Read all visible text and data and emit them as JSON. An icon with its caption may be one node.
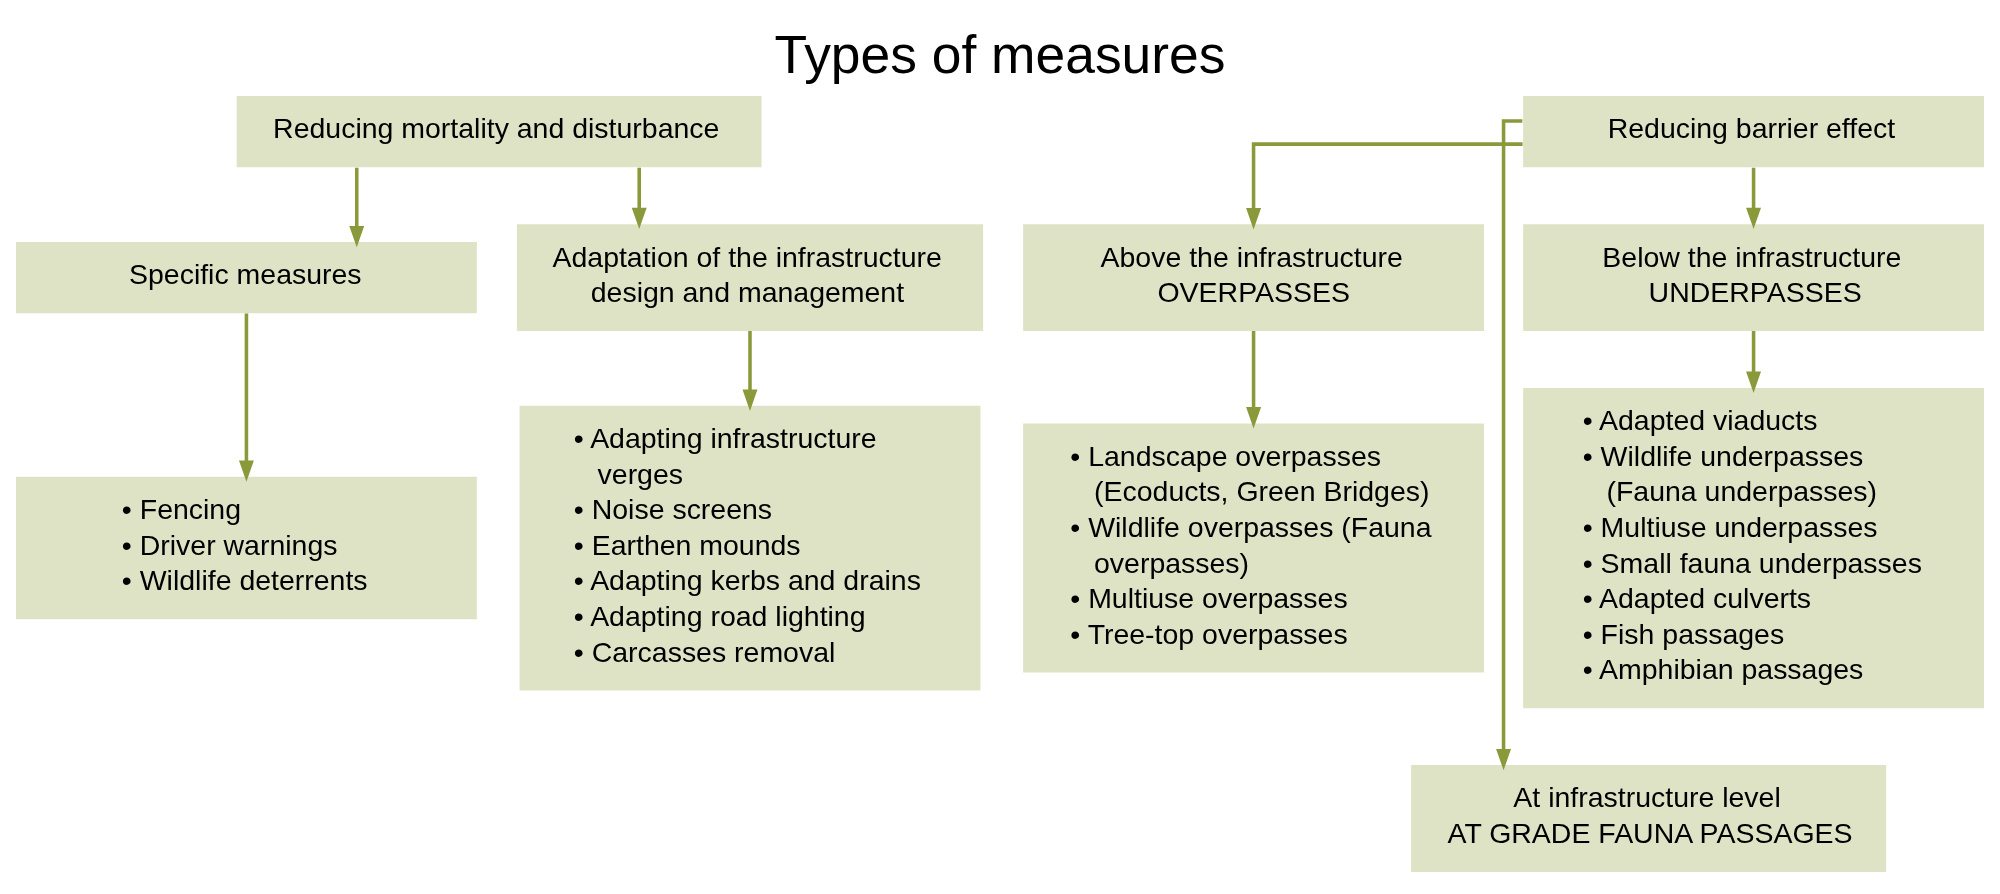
{
  "diagram": {
    "title": "Types of measures",
    "nodes": [
      {
        "text": [
          "Reducing mortality and disturbance"
        ]
      },
      {
        "text": [
          "Reducing barrier effect"
        ]
      },
      {
        "text": [
          "Specific measures"
        ]
      },
      {
        "text": [
          "Adaptation of the infrastructure design and management"
        ]
      },
      {
        "text": [
          "Above the infrastructure",
          "OVERPASSES"
        ]
      },
      {
        "text": [
          "Below the infrastructure",
          "UNDERPASSES"
        ]
      },
      {
        "text": [
          "• Fencing",
          "• Driver warnings",
          "• Wildlife deterrents"
        ]
      },
      {
        "text": [
          "• Adapting infrastructure verges",
          "• Noise screens",
          "• Earthen mounds",
          "• Adapting kerbs and drains",
          "• Adapting road lighting",
          "• Carcasses removal"
        ]
      },
      {
        "text": [
          "• Landscape overpasses (Ecoducts, Green Bridges)",
          "• Wildlife overpasses (Fauna overpasses)",
          "• Multiuse overpasses",
          "• Tree-top overpasses"
        ]
      },
      {
        "text": [
          "• Adapted viaducts",
          "• Wildlife underpasses (Fauna underpasses)",
          "• Multiuse underpasses",
          "• Small fauna underpasses",
          "• Adapted culverts",
          "• Fish passages",
          "• Amphibian passages"
        ]
      },
      {
        "text": [
          "At infrastructure level",
          "AT GRADE FAUNA PASSAGES"
        ]
      }
    ],
    "edges": [
      {
        "from": 0,
        "to": 2,
        "arrow": "to"
      },
      {
        "from": 0,
        "to": 3,
        "arrow": "to"
      },
      {
        "from": 1,
        "to": 4,
        "arrow": "to"
      },
      {
        "from": 1,
        "to": 5,
        "arrow": "to"
      },
      {
        "from": 1,
        "to": 10,
        "arrow": "to"
      },
      {
        "from": 2,
        "to": 6,
        "arrow": "to"
      },
      {
        "from": 3,
        "to": 7,
        "arrow": "to"
      },
      {
        "from": 4,
        "to": 8,
        "arrow": "to"
      },
      {
        "from": 5,
        "to": 9,
        "arrow": "to"
      }
    ]
  }
}
